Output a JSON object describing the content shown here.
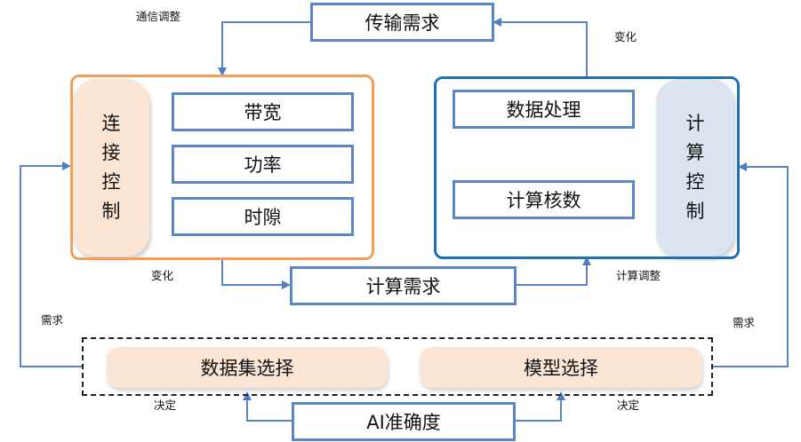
{
  "colors": {
    "arrow": "#5b86c3",
    "connection_border": "#f0a05a",
    "compute_border": "#1f6fb4",
    "connection_pill": "#fbe6d6",
    "compute_pill": "#dbe4f0",
    "selection_pill": "#fbe6d6"
  },
  "top_box": {
    "label": "传输需求"
  },
  "middle_box": {
    "label": "计算需求"
  },
  "bottom_box": {
    "label": "AI准确度"
  },
  "connection_group": {
    "title_chars": [
      "连",
      "接",
      "控",
      "制"
    ],
    "items": [
      "带宽",
      "功率",
      "时隙"
    ]
  },
  "compute_group": {
    "title_chars": [
      "计",
      "算",
      "控",
      "制"
    ],
    "items": [
      "数据处理",
      "计算核数"
    ]
  },
  "selection_group": {
    "items": [
      "数据集选择",
      "模型选择"
    ]
  },
  "edge_labels": {
    "comm_adjust": "通信调整",
    "change_top_right": "变化",
    "change_bottom_left": "变化",
    "compute_adjust": "计算调整",
    "demand_left": "需求",
    "demand_right": "需求",
    "decide_left": "决定",
    "decide_right": "决定"
  }
}
